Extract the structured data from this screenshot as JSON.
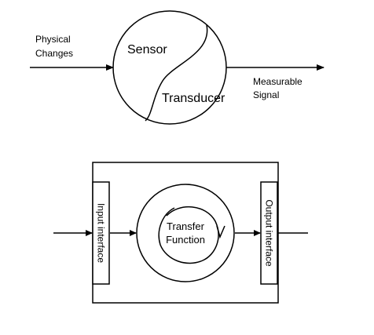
{
  "top_diagram": {
    "input_label_line1": "Physical",
    "input_label_line2": "Changes",
    "sensor_label": "Sensor",
    "transducer_label": "Transducer",
    "output_label_line1": "Measurable",
    "output_label_line2": "Signal"
  },
  "bottom_diagram": {
    "input_interface_label": "Input interface",
    "output_interface_label": "Output interface",
    "function_label_line1": "Transfer",
    "function_label_line2": "Function"
  },
  "colors": {
    "stroke": "#000000",
    "background": "#ffffff"
  }
}
